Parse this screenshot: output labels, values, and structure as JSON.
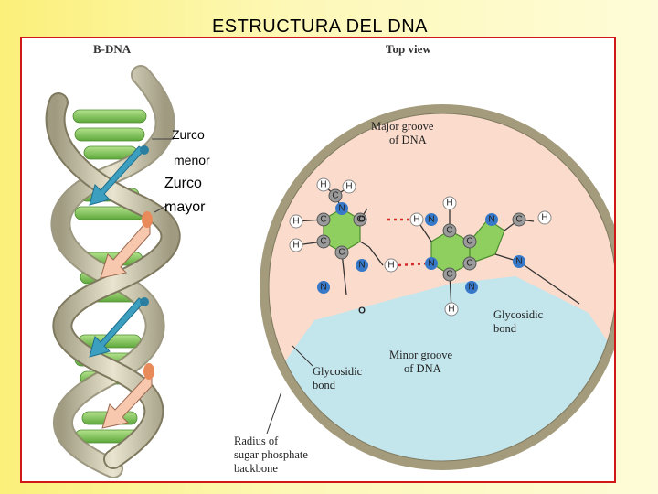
{
  "slide": {
    "title": "ESTRUCTURA DEL DNA"
  },
  "left_panel": {
    "header": "B-DNA",
    "labels": [
      "Zurco",
      "menor",
      "Zurco",
      "mayor"
    ]
  },
  "right_panel": {
    "header": "Top view",
    "major_groove": [
      "Major groove",
      "of DNA"
    ],
    "minor_groove": [
      "Minor groove",
      "of DNA"
    ],
    "glycosidic_right": [
      "Glycosidic",
      "bond"
    ],
    "glycosidic_left": [
      "Glycosidic",
      "bond"
    ],
    "radius": [
      "Radius of",
      "sugar phosphate",
      "backbone"
    ]
  },
  "atoms": {
    "carbon": "C",
    "hydrogen": "H",
    "nitrogen": "N",
    "oxygen": "O"
  },
  "colors": {
    "frame": "#d01818",
    "backbone_ring": "#a39b7c",
    "major_groove": "#fbdccc",
    "minor_groove": "#c3e5ec",
    "base_ring": "#8fcf5f",
    "helix_strand": "#c8c4a8",
    "base_pair": "#79bd4e",
    "nitrogen": "#3779c8",
    "oxygen": "#d22a2a",
    "carbon": "#9a9a9a"
  }
}
